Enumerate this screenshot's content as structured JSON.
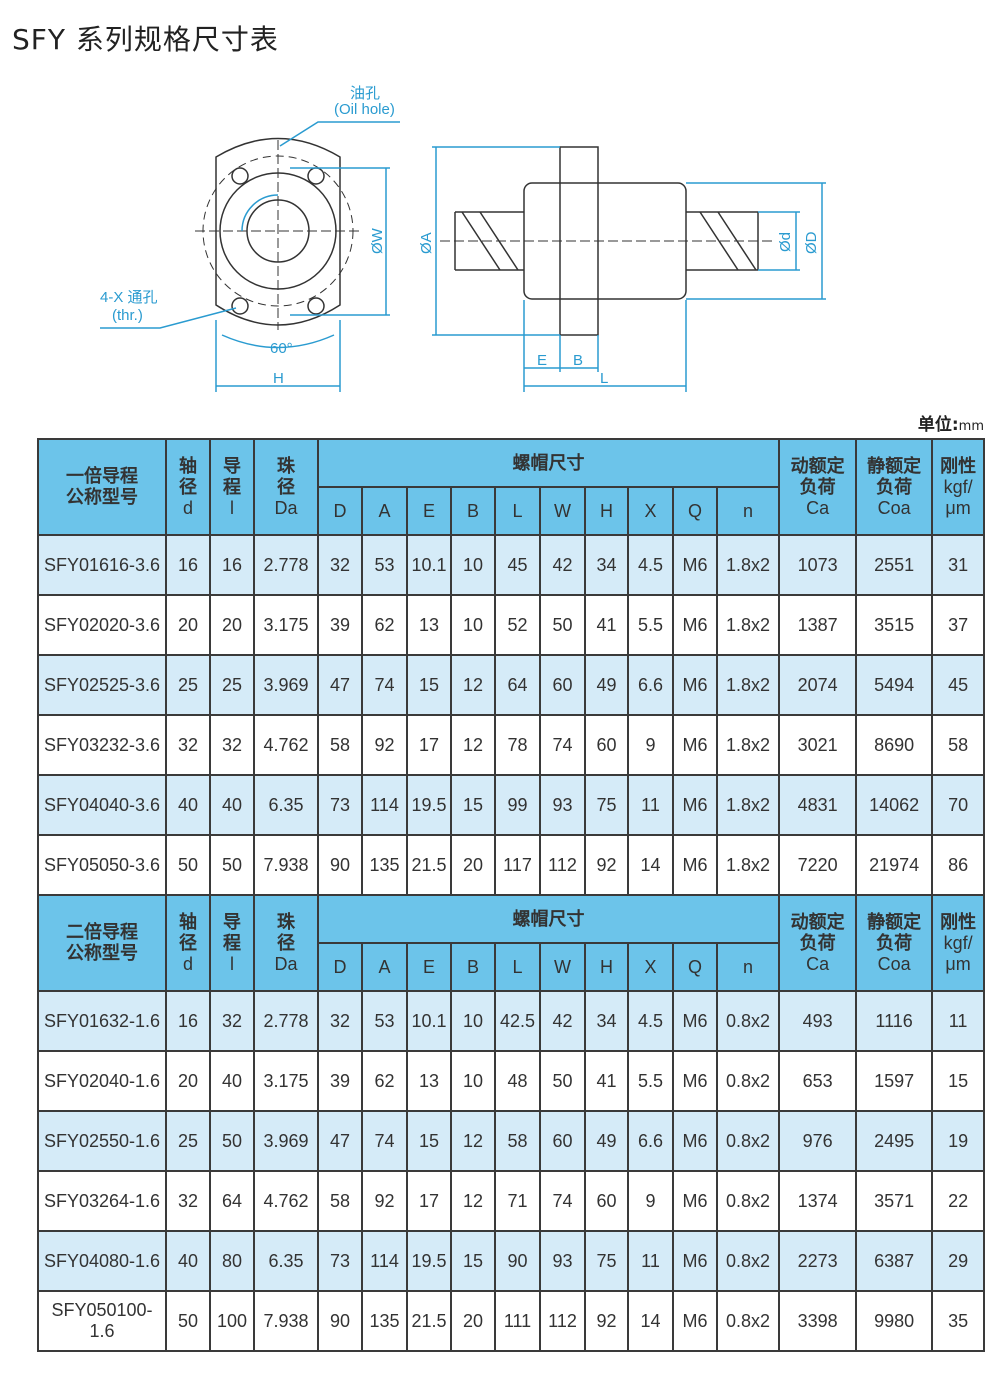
{
  "title": "SFY 系列规格尺寸表",
  "diagram": {
    "oil_hole_cn": "油孔",
    "oil_hole_en": "(Oil hole)",
    "holes_cn": "4-X 通孔",
    "holes_en": "(thr.)",
    "angle": "60°",
    "H": "H",
    "W": "ØW",
    "A": "ØA",
    "d": "Ød",
    "D": "ØD",
    "E": "E",
    "B": "B",
    "L": "L"
  },
  "unit": {
    "label": "单位:",
    "value": "mm"
  },
  "headers": {
    "nut_dims": "螺帽尺寸",
    "shaft": [
      "轴",
      "径",
      "d"
    ],
    "lead": [
      "导",
      "程",
      "l"
    ],
    "ball": [
      "珠",
      "径",
      "Da"
    ],
    "dyn": [
      "动额定",
      "负荷",
      "Ca"
    ],
    "stat": [
      "静额定",
      "负荷",
      "Coa"
    ],
    "stiff": [
      "刚性",
      "kgf/",
      "μm"
    ],
    "cols": [
      "D",
      "A",
      "E",
      "B",
      "L",
      "W",
      "H",
      "X",
      "Q",
      "n"
    ]
  },
  "sections": [
    {
      "model_header": [
        "一倍导程",
        "公称型号"
      ],
      "rows": [
        [
          "SFY01616-3.6",
          "16",
          "16",
          "2.778",
          "32",
          "53",
          "10.1",
          "10",
          "45",
          "42",
          "34",
          "4.5",
          "M6",
          "1.8x2",
          "1073",
          "2551",
          "31"
        ],
        [
          "SFY02020-3.6",
          "20",
          "20",
          "3.175",
          "39",
          "62",
          "13",
          "10",
          "52",
          "50",
          "41",
          "5.5",
          "M6",
          "1.8x2",
          "1387",
          "3515",
          "37"
        ],
        [
          "SFY02525-3.6",
          "25",
          "25",
          "3.969",
          "47",
          "74",
          "15",
          "12",
          "64",
          "60",
          "49",
          "6.6",
          "M6",
          "1.8x2",
          "2074",
          "5494",
          "45"
        ],
        [
          "SFY03232-3.6",
          "32",
          "32",
          "4.762",
          "58",
          "92",
          "17",
          "12",
          "78",
          "74",
          "60",
          "9",
          "M6",
          "1.8x2",
          "3021",
          "8690",
          "58"
        ],
        [
          "SFY04040-3.6",
          "40",
          "40",
          "6.35",
          "73",
          "114",
          "19.5",
          "15",
          "99",
          "93",
          "75",
          "11",
          "M6",
          "1.8x2",
          "4831",
          "14062",
          "70"
        ],
        [
          "SFY05050-3.6",
          "50",
          "50",
          "7.938",
          "90",
          "135",
          "21.5",
          "20",
          "117",
          "112",
          "92",
          "14",
          "M6",
          "1.8x2",
          "7220",
          "21974",
          "86"
        ]
      ]
    },
    {
      "model_header": [
        "二倍导程",
        "公称型号"
      ],
      "rows": [
        [
          "SFY01632-1.6",
          "16",
          "32",
          "2.778",
          "32",
          "53",
          "10.1",
          "10",
          "42.5",
          "42",
          "34",
          "4.5",
          "M6",
          "0.8x2",
          "493",
          "1116",
          "11"
        ],
        [
          "SFY02040-1.6",
          "20",
          "40",
          "3.175",
          "39",
          "62",
          "13",
          "10",
          "48",
          "50",
          "41",
          "5.5",
          "M6",
          "0.8x2",
          "653",
          "1597",
          "15"
        ],
        [
          "SFY02550-1.6",
          "25",
          "50",
          "3.969",
          "47",
          "74",
          "15",
          "12",
          "58",
          "60",
          "49",
          "6.6",
          "M6",
          "0.8x2",
          "976",
          "2495",
          "19"
        ],
        [
          "SFY03264-1.6",
          "32",
          "64",
          "4.762",
          "58",
          "92",
          "17",
          "12",
          "71",
          "74",
          "60",
          "9",
          "M6",
          "0.8x2",
          "1374",
          "3571",
          "22"
        ],
        [
          "SFY04080-1.6",
          "40",
          "80",
          "6.35",
          "73",
          "114",
          "19.5",
          "15",
          "90",
          "93",
          "75",
          "11",
          "M6",
          "0.8x2",
          "2273",
          "6387",
          "29"
        ],
        [
          "SFY050100-1.6",
          "50",
          "100",
          "7.938",
          "90",
          "135",
          "21.5",
          "20",
          "111",
          "112",
          "92",
          "14",
          "M6",
          "0.8x2",
          "3398",
          "9980",
          "35"
        ]
      ]
    }
  ]
}
